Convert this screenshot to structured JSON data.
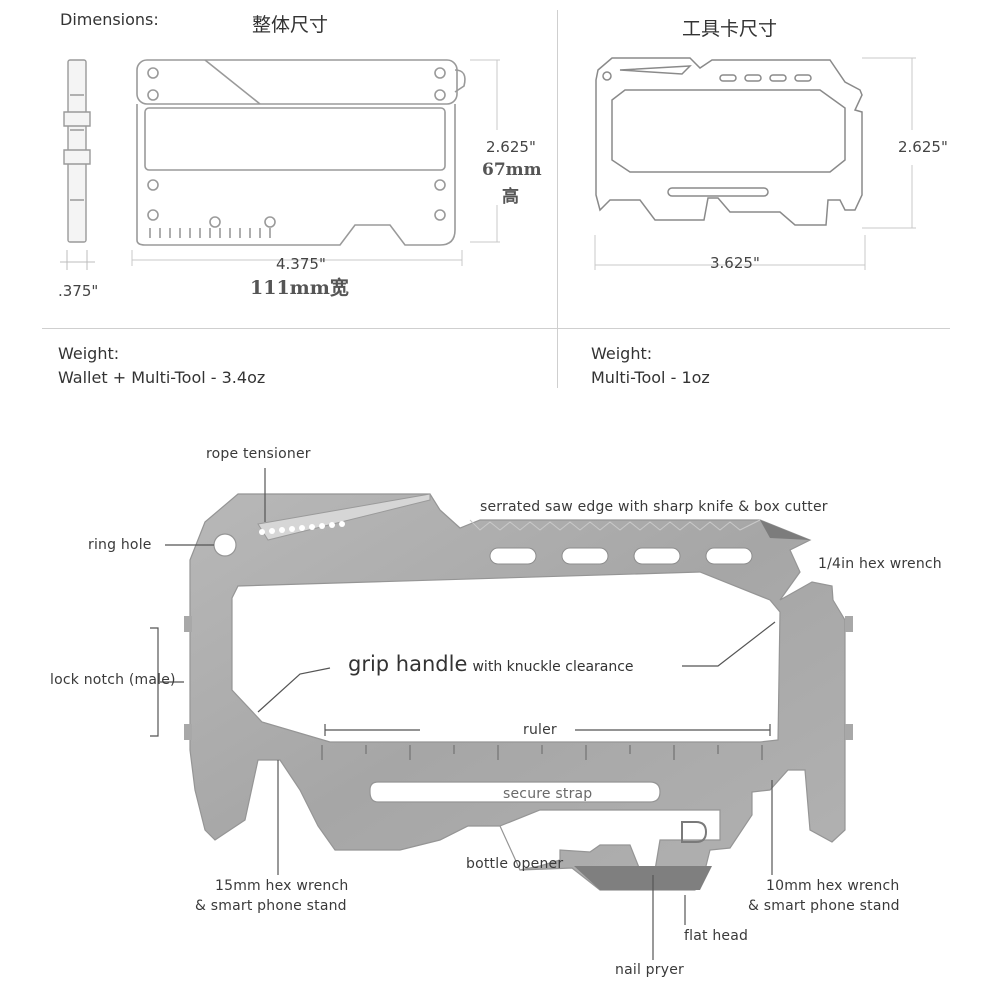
{
  "top": {
    "dimensions_label": "Dimensions:",
    "wallet_title_cn": "整体尺寸",
    "tool_title_cn": "工具卡尺寸",
    "wallet_height": "2.625\"",
    "wallet_height_mm": "67mm",
    "wallet_height_cn": "高",
    "wallet_width": "4.375\"",
    "wallet_width_mm": "111mm宽",
    "wallet_thickness": ".375\"",
    "tool_height": "2.625\"",
    "tool_width": "3.625\"",
    "weight_left_label": "Weight:",
    "weight_left_value": "Wallet + Multi-Tool - 3.4oz",
    "weight_right_label": "Weight:",
    "weight_right_value": "Multi-Tool - 1oz"
  },
  "callouts": {
    "rope_tensioner": "rope tensioner",
    "serrated_saw": "serrated saw edge with sharp knife & box cutter",
    "ring_hole": "ring hole",
    "hex_quarter": "1/4in hex wrench",
    "lock_notch": "lock notch (male)",
    "grip_handle": "grip handle",
    "grip_handle_sub": "with knuckle clearance",
    "ruler": "ruler",
    "secure_strap": "secure strap",
    "bottle_opener": "bottle opener",
    "hex_15_line1": "15mm hex wrench",
    "hex_15_line2": "& smart phone stand",
    "hex_10_line1": "10mm hex wrench",
    "hex_10_line2": "& smart phone stand",
    "flat_head": "flat head",
    "nail_pryer": "nail pryer"
  },
  "colors": {
    "metal": "#a9a9a9",
    "metal_light": "#c4c4c4",
    "metal_dark": "#8c8c8c",
    "outline": "#9a9a9a",
    "leader": "#555555"
  }
}
